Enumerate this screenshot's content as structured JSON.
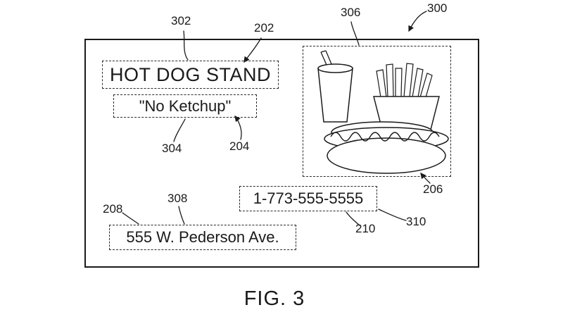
{
  "figure": {
    "caption": "FIG. 3"
  },
  "card": {
    "title": "HOT DOG STAND",
    "subtitle": "\"No Ketchup\"",
    "phone": "1-773-555-5555",
    "address": "555 W. Pederson Ave."
  },
  "labels": {
    "ref300": "300",
    "ref302": "302",
    "ref202": "202",
    "ref306": "306",
    "ref304": "304",
    "ref204": "204",
    "ref206": "206",
    "ref210": "210",
    "ref310": "310",
    "ref208": "208",
    "ref308": "308"
  },
  "illustration": {
    "items": [
      "drink-cup",
      "french-fries",
      "hot-dog"
    ]
  },
  "colors": {
    "ink": "#1a1a1a",
    "background": "#ffffff"
  }
}
